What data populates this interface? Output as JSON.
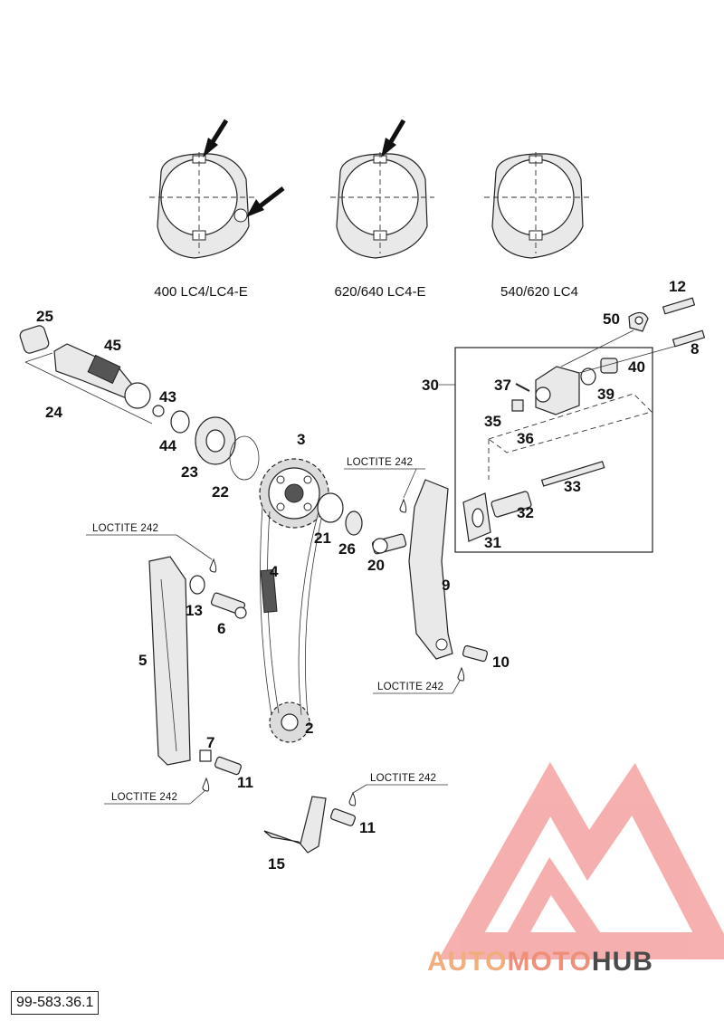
{
  "variants": [
    {
      "caption": "400 LC4/LC4-E"
    },
    {
      "caption": "620/640 LC4-E"
    },
    {
      "caption": "540/620 LC4"
    }
  ],
  "part_numbers": [
    "25",
    "45",
    "24",
    "43",
    "44",
    "23",
    "22",
    "3",
    "21",
    "26",
    "20",
    "4",
    "13",
    "6",
    "5",
    "7",
    "11",
    "2",
    "11",
    "15",
    "9",
    "10",
    "12",
    "50",
    "8",
    "40",
    "39",
    "30",
    "37",
    "35",
    "36",
    "33",
    "32",
    "31"
  ],
  "loctite_labels": [
    "LOCTITE 242",
    "LOCTITE 242",
    "LOCTITE 242",
    "LOCTITE 242",
    "LOCTITE 242"
  ],
  "document_code": "99-583.36.1",
  "brand": {
    "part1": "AUTO",
    "part2": "MOTO",
    "part3": "HUB"
  },
  "colors": {
    "watermark": "#ee6f6f",
    "brand_orange": "#f0ae7d",
    "brand_dark": "#4a4a4a"
  },
  "icons": [
    "arrow-icon",
    "watermark-logo"
  ]
}
